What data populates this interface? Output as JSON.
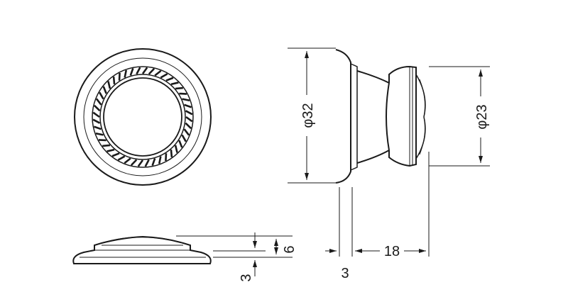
{
  "drawing": {
    "colors": {
      "ink": "#1a1a1a",
      "paper": "#ffffff"
    },
    "dimensions": {
      "base_diameter": "φ32",
      "head_diameter": "φ23",
      "projection": "18",
      "base_thickness": "3",
      "cap_height": "6",
      "cap_offset": "3"
    }
  }
}
